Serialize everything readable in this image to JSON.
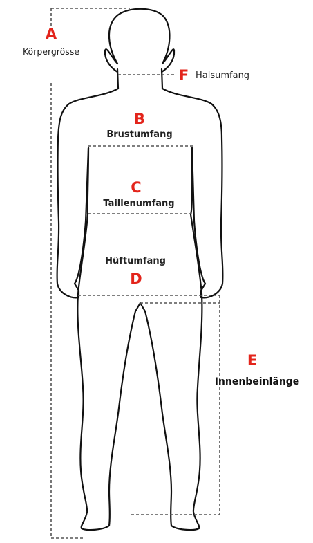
{
  "colors": {
    "letter": "#e3241b",
    "outline": "#111111",
    "dashed_line": "#555555",
    "label": "#222222"
  },
  "measurements": {
    "body_height": {
      "letter": "A",
      "label": "Körpergrösse"
    },
    "chest": {
      "letter": "B",
      "label": "Brustumfang"
    },
    "waist": {
      "letter": "C",
      "label": "Taillenumfang"
    },
    "hip": {
      "letter": "D",
      "label": "Hüftumfang"
    },
    "inseam": {
      "letter": "E",
      "label": "Innenbeinlänge"
    },
    "neck": {
      "letter": "F",
      "label": "Halsumfang"
    }
  }
}
